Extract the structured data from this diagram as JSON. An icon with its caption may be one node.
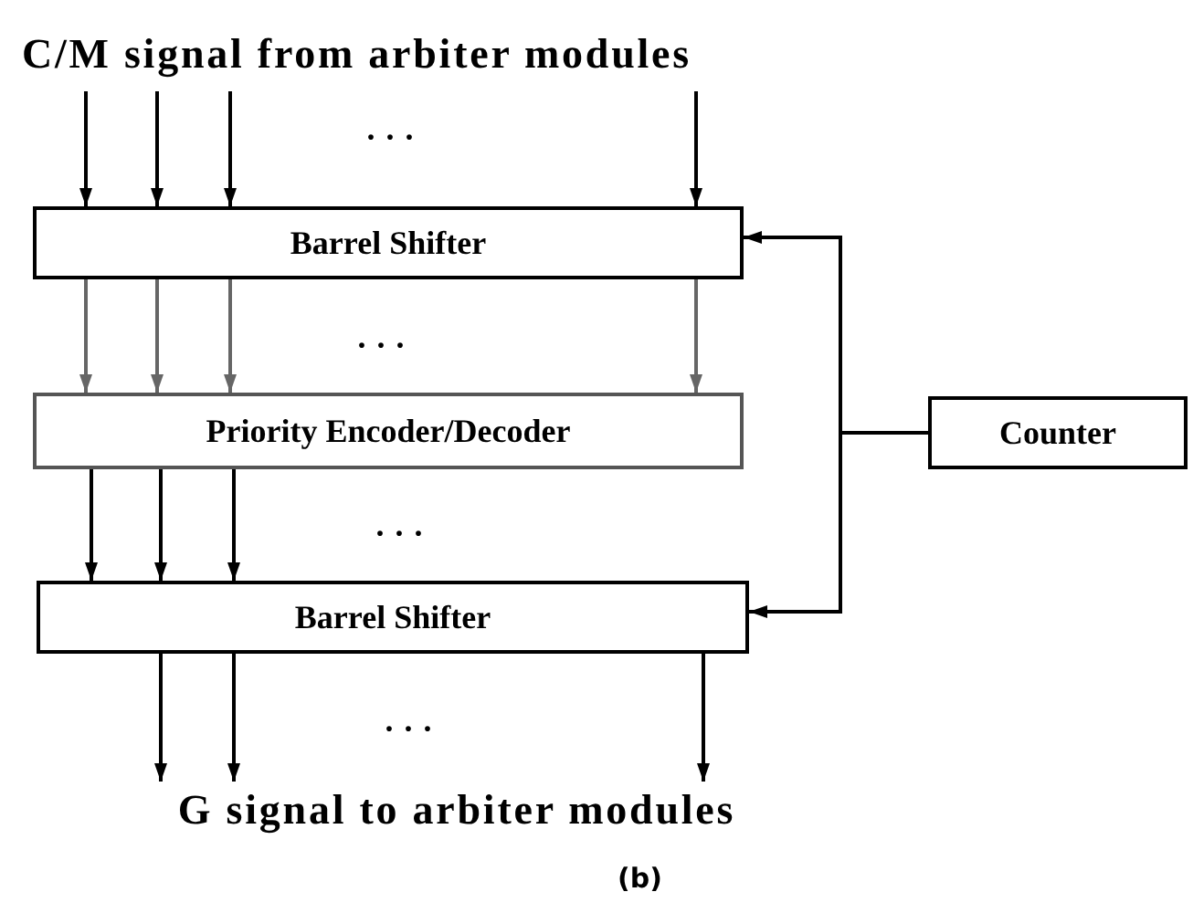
{
  "diagram": {
    "caption": "(b)",
    "nodes": [
      {
        "text": [
          "C/M signal from arbiter modules"
        ]
      },
      {
        "text": [
          "Barrel Shifter"
        ]
      },
      {
        "text": [
          "Priority Encoder/Decoder"
        ]
      },
      {
        "text": [
          "Barrel Shifter"
        ]
      },
      {
        "text": [
          "Counter"
        ]
      },
      {
        "text": [
          "G signal to arbiter modules"
        ]
      }
    ],
    "edges": [
      {
        "from": 0,
        "to": 1,
        "arrow": "to"
      },
      {
        "from": 0,
        "to": 1,
        "arrow": "to"
      },
      {
        "from": 0,
        "to": 1,
        "arrow": "to"
      },
      {
        "from": 0,
        "to": 1,
        "arrow": "to"
      },
      {
        "from": 1,
        "to": 2,
        "arrow": "to",
        "color": "#666666"
      },
      {
        "from": 1,
        "to": 2,
        "arrow": "to",
        "color": "#666666"
      },
      {
        "from": 1,
        "to": 2,
        "arrow": "to",
        "color": "#666666"
      },
      {
        "from": 1,
        "to": 2,
        "arrow": "to",
        "color": "#666666"
      },
      {
        "from": 2,
        "to": 3,
        "arrow": "to"
      },
      {
        "from": 2,
        "to": 3,
        "arrow": "to"
      },
      {
        "from": 2,
        "to": 3,
        "arrow": "to"
      },
      {
        "from": 3,
        "to": 5,
        "arrow": "to"
      },
      {
        "from": 3,
        "to": 5,
        "arrow": "to"
      },
      {
        "from": 3,
        "to": 5,
        "arrow": "to"
      },
      {
        "from": 4,
        "to": 1,
        "arrow": "to"
      },
      {
        "from": 4,
        "to": 3,
        "arrow": "to"
      }
    ],
    "labels": [
      "· · ·",
      "· · ·",
      "· · ·",
      "· · ·"
    ]
  }
}
